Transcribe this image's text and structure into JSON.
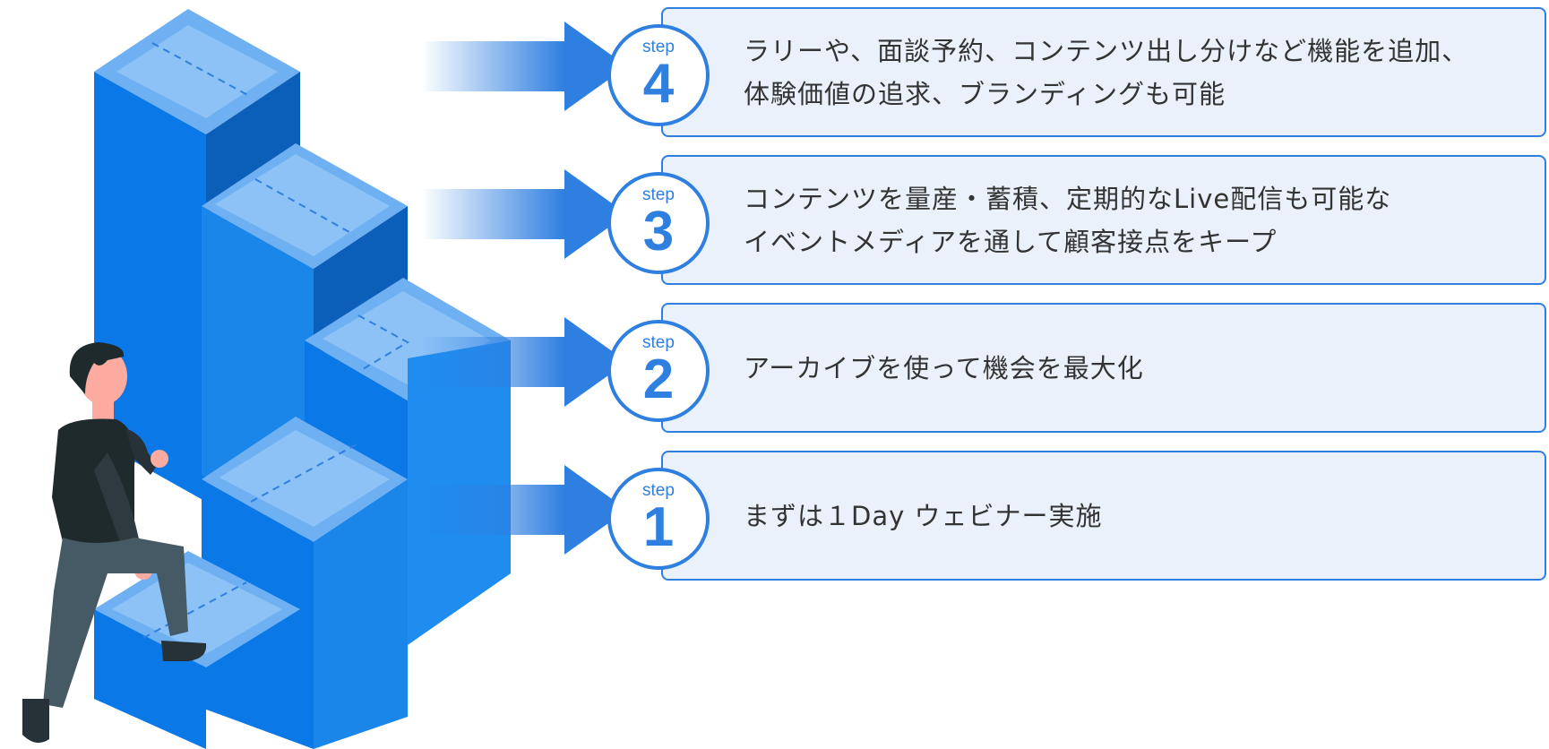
{
  "colors": {
    "accent": "#2f7fe0",
    "box_bg": "#eaf1fb",
    "text": "#333333"
  },
  "illustration": {
    "subject": "person climbing isometric blue staircase",
    "icon": "staircase-icon"
  },
  "steps": [
    {
      "word": "step",
      "number": "4",
      "lines": [
        "ラリーや、面談予約、コンテンツ出し分けなど機能を追加、",
        "体験価値の追求、ブランディングも可能"
      ]
    },
    {
      "word": "step",
      "number": "3",
      "lines": [
        "コンテンツを量産・蓄積、定期的なLive配信も可能な",
        "イベントメディアを通して顧客接点をキープ"
      ]
    },
    {
      "word": "step",
      "number": "2",
      "lines": [
        "アーカイブを使って機会を最大化"
      ]
    },
    {
      "word": "step",
      "number": "1",
      "lines": [
        "まずは１Day ウェビナー実施"
      ]
    }
  ]
}
